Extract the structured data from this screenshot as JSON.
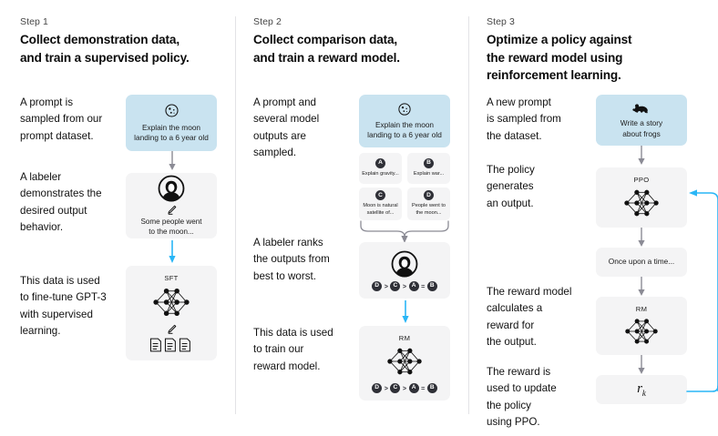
{
  "figure": {
    "title": "RLHF three step diagram",
    "colors": {
      "prompt_card_bg": "#c9e3f0",
      "card_bg": "#f4f4f5",
      "arrow_gray": "#8b8b95",
      "arrow_blue": "#29b6f6",
      "badge_bg": "#2f3037",
      "divider": "#e3e3e6",
      "text": "#0b0b0b"
    }
  },
  "steps": [
    {
      "label": "Step 1",
      "title": "Collect demonstration data,\nand train a supervised policy.",
      "paragraphs": [
        "A prompt is\nsampled from our\nprompt dataset.",
        "A labeler\ndemonstrates the\ndesired output\nbehavior.",
        "This data is used\nto fine-tune GPT-3\nwith supervised\nlearning."
      ],
      "prompt_card": {
        "icon": "moon-icon",
        "text": "Explain the moon\nlanding to a 6 year old"
      },
      "labeler_card": {
        "icon": "labeler-avatar-icon",
        "pencil": "pencil-icon",
        "caption": "Some people went\nto the moon..."
      },
      "train_card": {
        "net_label": "SFT",
        "icon": "neural-network-icon",
        "pencil": "pencil-icon",
        "docs": "documents-icon"
      }
    },
    {
      "label": "Step 2",
      "title": "Collect comparison data,\nand train a reward model.",
      "paragraphs": [
        "A prompt and\nseveral model\noutputs are\nsampled.",
        "A labeler ranks\nthe outputs from\nbest to worst.",
        "This data is used\nto train our\nreward model."
      ],
      "prompt_card": {
        "icon": "moon-icon",
        "text": "Explain the moon\nlanding to a 6 year old"
      },
      "outputs": [
        {
          "badge": "A",
          "text": "Explain gravity..."
        },
        {
          "badge": "B",
          "text": "Explain war..."
        },
        {
          "badge": "C",
          "text": "Moon is natural\nsatellite of..."
        },
        {
          "badge": "D",
          "text": "People went to\nthe moon..."
        }
      ],
      "ranking": [
        {
          "badge": "D",
          "op": ">"
        },
        {
          "badge": "C",
          "op": ">"
        },
        {
          "badge": "A",
          "op": "="
        },
        {
          "badge": "B",
          "op": ""
        }
      ],
      "labeler_card": {
        "icon": "labeler-avatar-icon"
      },
      "reward_card": {
        "net_label": "RM",
        "icon": "neural-network-icon"
      }
    },
    {
      "label": "Step 3",
      "title": "Optimize a policy against\nthe reward model using\nreinforcement learning.",
      "paragraphs": [
        "A new prompt\nis sampled from\nthe dataset.",
        "The policy\ngenerates\nan output.",
        "The reward model\ncalculates a\nreward for\nthe output.",
        "The reward is\nused to update\nthe policy\nusing PPO."
      ],
      "prompt_card": {
        "icon": "frog-icon",
        "text": "Write a story\nabout frogs"
      },
      "policy_card": {
        "net_label": "PPO",
        "icon": "neural-network-icon"
      },
      "output_card": {
        "text": "Once upon a time..."
      },
      "reward_card": {
        "net_label": "RM",
        "icon": "neural-network-icon"
      },
      "reward_value_card": {
        "symbol": "r",
        "subscript": "k"
      }
    }
  ]
}
